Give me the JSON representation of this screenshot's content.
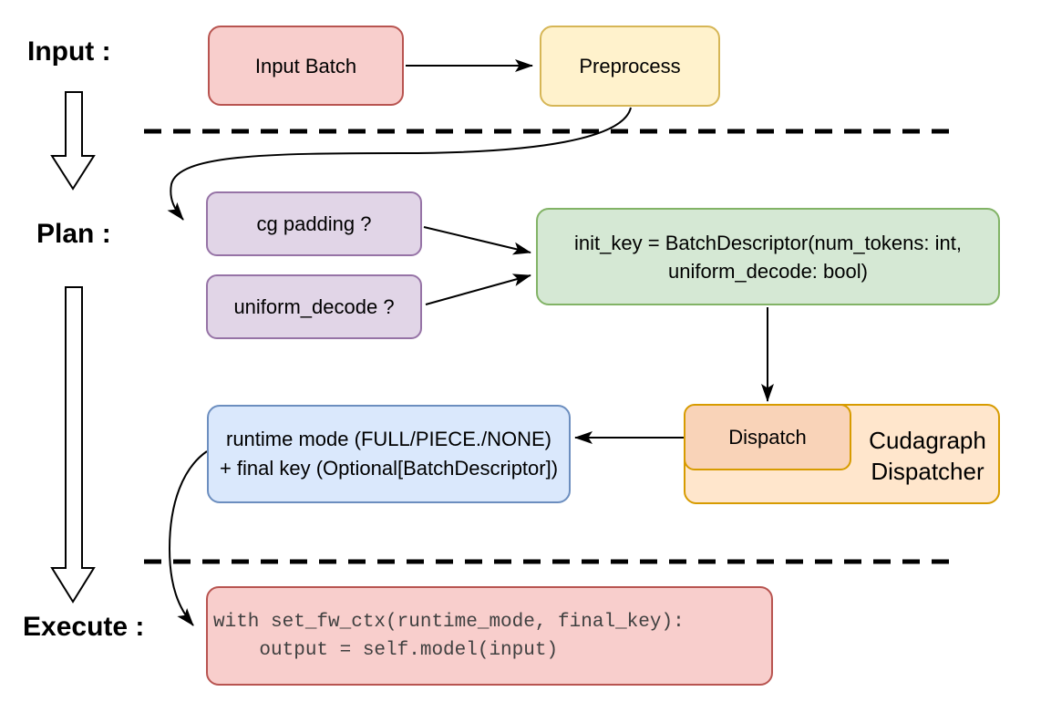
{
  "stage_labels": {
    "input": "Input :",
    "plan": "Plan :",
    "execute": "Execute :"
  },
  "nodes": {
    "input_batch": {
      "label": "Input Batch"
    },
    "preprocess": {
      "label": "Preprocess"
    },
    "cg_padding": {
      "label": "cg padding ?"
    },
    "uniform_decode": {
      "label": "uniform_decode ?"
    },
    "init_key": {
      "line1": "init_key = BatchDescriptor(num_tokens: int,",
      "line2": "uniform_decode: bool)"
    },
    "dispatch": {
      "label": "Dispatch"
    },
    "cudagraph_dispatcher": {
      "line1": "Cudagraph",
      "line2": "Dispatcher"
    },
    "runtime_mode": {
      "line1": "runtime mode (FULL/PIECE./NONE)",
      "line2": "+ final key (Optional[BatchDescriptor])"
    },
    "execute_code": {
      "line1": "with set_fw_ctx(runtime_mode, final_key):",
      "line2": "    output = self.model(input)"
    }
  },
  "colors": {
    "red_fill": "#f8cecc",
    "red_stroke": "#b85450",
    "yellow_fill": "#fff2cc",
    "yellow_stroke": "#d6b656",
    "purple_fill": "#e1d5e7",
    "purple_stroke": "#9673a6",
    "green_fill": "#d5e8d4",
    "green_stroke": "#82b366",
    "blue_fill": "#dae8fc",
    "blue_stroke": "#6c8ebf",
    "orange_outer_fill": "#ffe6cc",
    "orange_inner_fill": "#f9d3b8",
    "orange_stroke": "#d79b00",
    "code_text": "#404040",
    "connector": "#000000"
  }
}
